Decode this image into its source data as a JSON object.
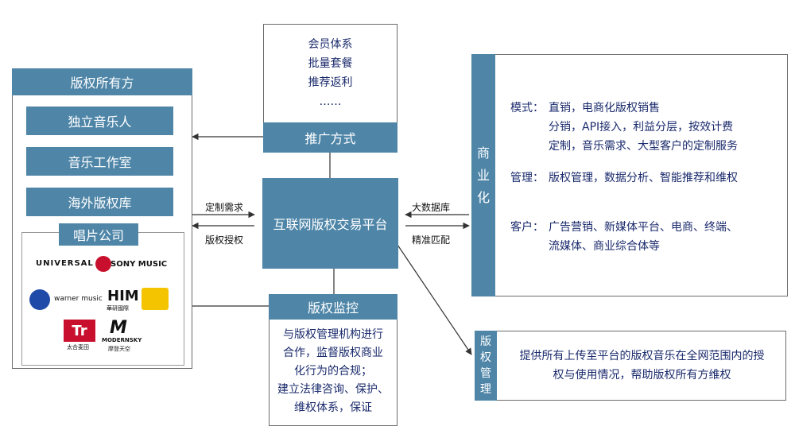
{
  "left": {
    "header": "版权所有方",
    "items": [
      "独立音乐人",
      "音乐工作室",
      "海外版权库"
    ],
    "record_label": "唱片公司",
    "logos": {
      "universal": "UNIVERSAL",
      "sony": "SONY MUSIC",
      "warner": "warner music",
      "him": "HIM",
      "him_sub": "華研國際",
      "taihe": "Tr",
      "taihe_sub": "太合麦田",
      "modernsky": "MODERNSKY",
      "modernsky_sub": "摩登天空"
    }
  },
  "promo": {
    "lines": [
      "会员体系",
      "批量套餐",
      "推荐返利",
      "……"
    ],
    "label": "推广方式"
  },
  "center": {
    "title": "互联网版权交易平台",
    "left_arrow_top": "定制需求",
    "left_arrow_bottom": "版权授权",
    "right_arrow_top": "大数据库",
    "right_arrow_bottom": "精准匹配"
  },
  "monitor": {
    "label": "版权监控",
    "text": [
      "与版权管理机构进行",
      "合作，监督版权商业",
      "化行为的合规；",
      "建立法律咨询、保护、",
      "维权体系，保证"
    ]
  },
  "commercial": {
    "label": [
      "商",
      "业",
      "化"
    ],
    "mode_key": "模式：",
    "mode_lines": [
      "直销，电商化版权销售",
      "分销，API接入，利益分层，按效计费",
      "定制，音乐需求、大型客户的定制服务"
    ],
    "manage_key": "管理：",
    "manage_line": "版权管理，数据分析、智能推荐和维权",
    "customer_key": "客户：",
    "customer_lines": [
      "广告营销、新媒体平台、电商、终端、",
      "流媒体、商业综合体等"
    ]
  },
  "rights": {
    "label": [
      "版",
      "权",
      "管",
      "理"
    ],
    "text": [
      "提供所有上传至平台的版权音乐在全网范围内的授",
      "权与使用情况，帮助版权所有方维权"
    ]
  },
  "colors": {
    "box": "#4f86a8",
    "text": "#1a2a6c",
    "line": "#333333"
  }
}
